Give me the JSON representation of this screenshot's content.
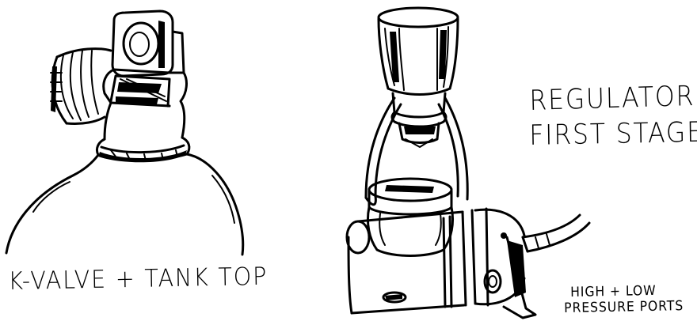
{
  "labels": {
    "kvalve": "K-VALVE + TANK TOP",
    "regulator_line1": "REGULATOR",
    "regulator_line2": "FIRST STAGE",
    "ports_line1": "HIGH + LOW",
    "ports_line2": "PRESSURE PORTS"
  },
  "colors": {
    "ink": "#000000",
    "paper": "#ffffff"
  }
}
